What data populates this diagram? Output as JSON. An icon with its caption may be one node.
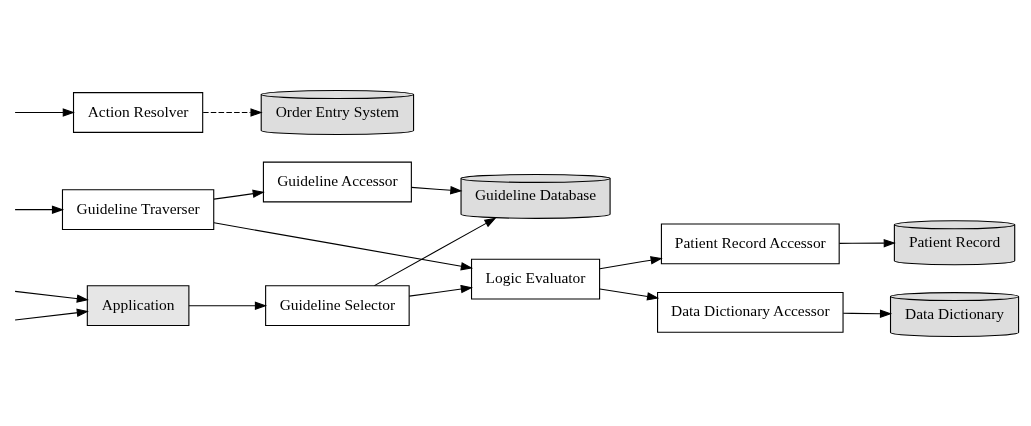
{
  "diagram": {
    "nodes": [
      {
        "text": [
          "Patient Record"
        ]
      },
      {
        "text": [
          "Patient Record Accessor"
        ]
      },
      {
        "text": [
          "Action Resolver"
        ]
      },
      {
        "text": [
          "Guideline Traverser"
        ]
      },
      {
        "text": [
          "Logic Evaluator"
        ]
      },
      {
        "text": [
          "Data Dictionary Accessor"
        ]
      },
      {
        "text": [
          "Order Entry System"
        ]
      },
      {
        "text": [
          "Guideline Accessor"
        ]
      },
      {
        "text": [
          "Guideline Selector"
        ]
      },
      {
        "text": [
          "Data Dictionary"
        ]
      },
      {
        "text": [
          "Application"
        ]
      },
      {
        "text": [
          "Guideline Database"
        ]
      }
    ],
    "edges": [
      {
        "from": 1,
        "to": 0,
        "arrow": "to"
      },
      {
        "from": 4,
        "to": 1,
        "arrow": "to"
      },
      {
        "from": null,
        "to": 2,
        "arrow": "to"
      },
      {
        "from": null,
        "to": 3,
        "arrow": "to"
      },
      {
        "from": 2,
        "to": 6,
        "arrow": "to",
        "style": "dashed"
      },
      {
        "from": 3,
        "to": 4,
        "arrow": "to"
      },
      {
        "from": 3,
        "to": 7,
        "arrow": "to"
      },
      {
        "from": 4,
        "to": 5,
        "arrow": "to"
      },
      {
        "from": 5,
        "to": 9,
        "arrow": "to"
      },
      {
        "from": 8,
        "to": 4,
        "arrow": "to"
      },
      {
        "from": 8,
        "to": 11,
        "arrow": "to"
      },
      {
        "from": 10,
        "to": 8,
        "arrow": "to"
      },
      {
        "from": 7,
        "to": 11,
        "arrow": "to"
      },
      {
        "from": null,
        "to": 10,
        "arrow": "to"
      },
      {
        "from": null,
        "to": 10,
        "arrow": "to"
      }
    ]
  }
}
